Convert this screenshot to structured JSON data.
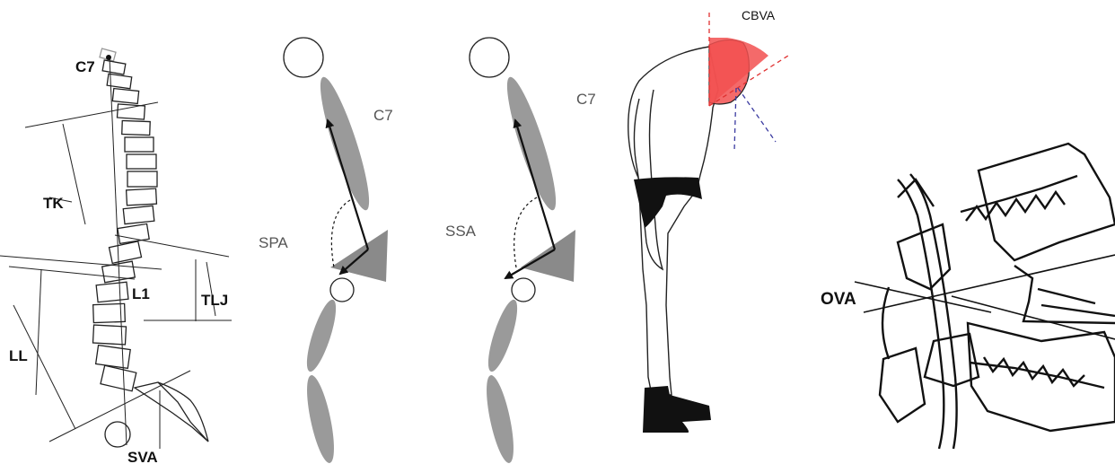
{
  "panel1": {
    "labels": {
      "c7": "C7",
      "tk": "TK",
      "l1": "L1",
      "tlj": "TLJ",
      "ll": "LL",
      "sva": "SVA"
    }
  },
  "panel2": {
    "labels": {
      "c7": "C7",
      "angle": "SPA"
    }
  },
  "panel3": {
    "labels": {
      "c7": "C7",
      "angle": "SSA"
    }
  },
  "panel4": {
    "labels": {
      "angle": "CBVA"
    },
    "colors": {
      "wedge": "#f25050",
      "guide": "#e03030",
      "guide_alt": "#3a3aa0"
    }
  },
  "panel5": {
    "labels": {
      "angle": "OVA"
    }
  },
  "colors": {
    "ink": "#111111",
    "gray_shape": "#9a9a9a",
    "dark_triangle": "#8a8a8a"
  }
}
